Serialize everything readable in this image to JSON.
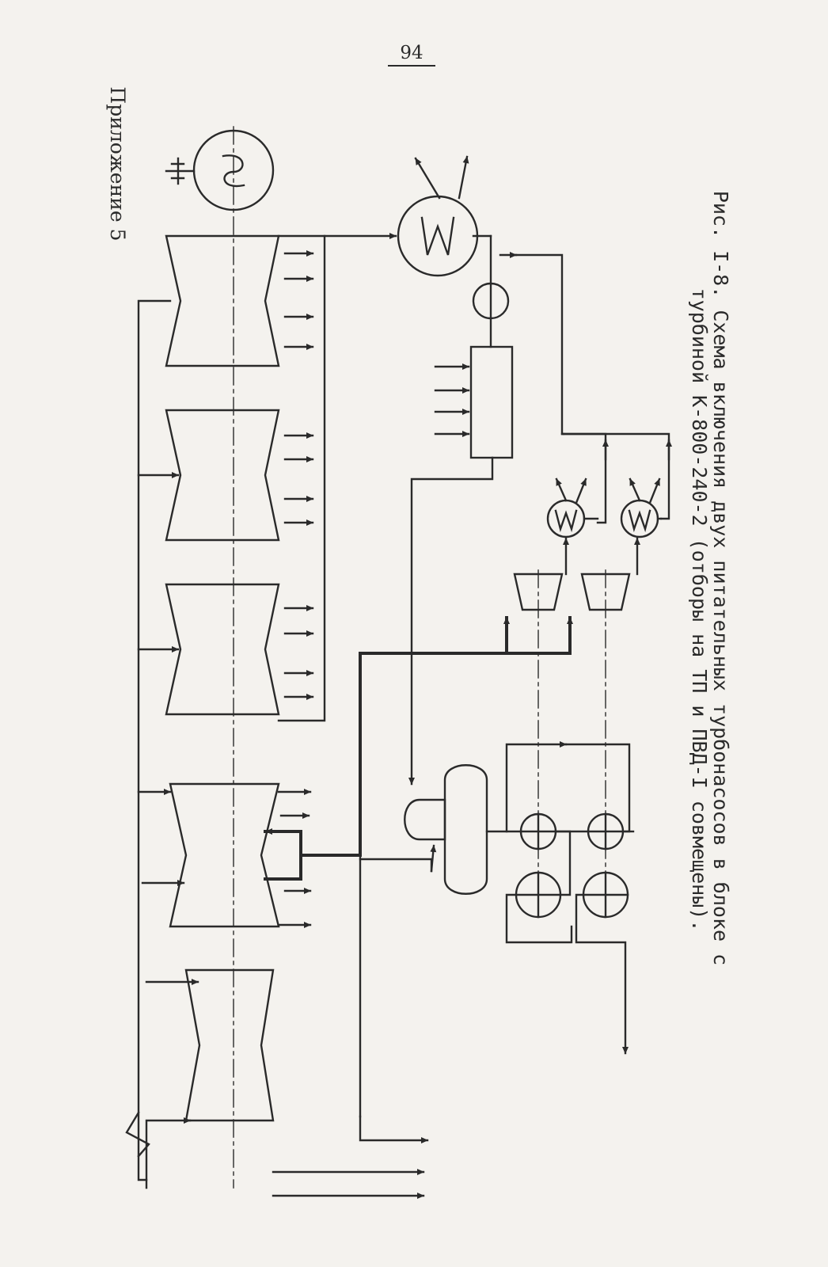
{
  "page_number": "94",
  "appendix_label": "Приложение 5",
  "caption": {
    "line1": "Рис. I-8. Схема включения двух питательных турбонасосов в блоке с",
    "line2": "турбиной К-800-240-2 (отборы на ТП и ПВД-I совмещены)."
  },
  "colors": {
    "ink": "#2a2a2a",
    "paper": "#f4f2ee"
  },
  "diagram": {
    "components": [
      "hp-turbine-icon",
      "ip-turbine-icon",
      "lp-turbine-icon",
      "generator-icon",
      "condenser-icon",
      "deaerator-icon",
      "pump-icon",
      "drive-turbine-icon",
      "heat-exchanger-icon"
    ]
  }
}
